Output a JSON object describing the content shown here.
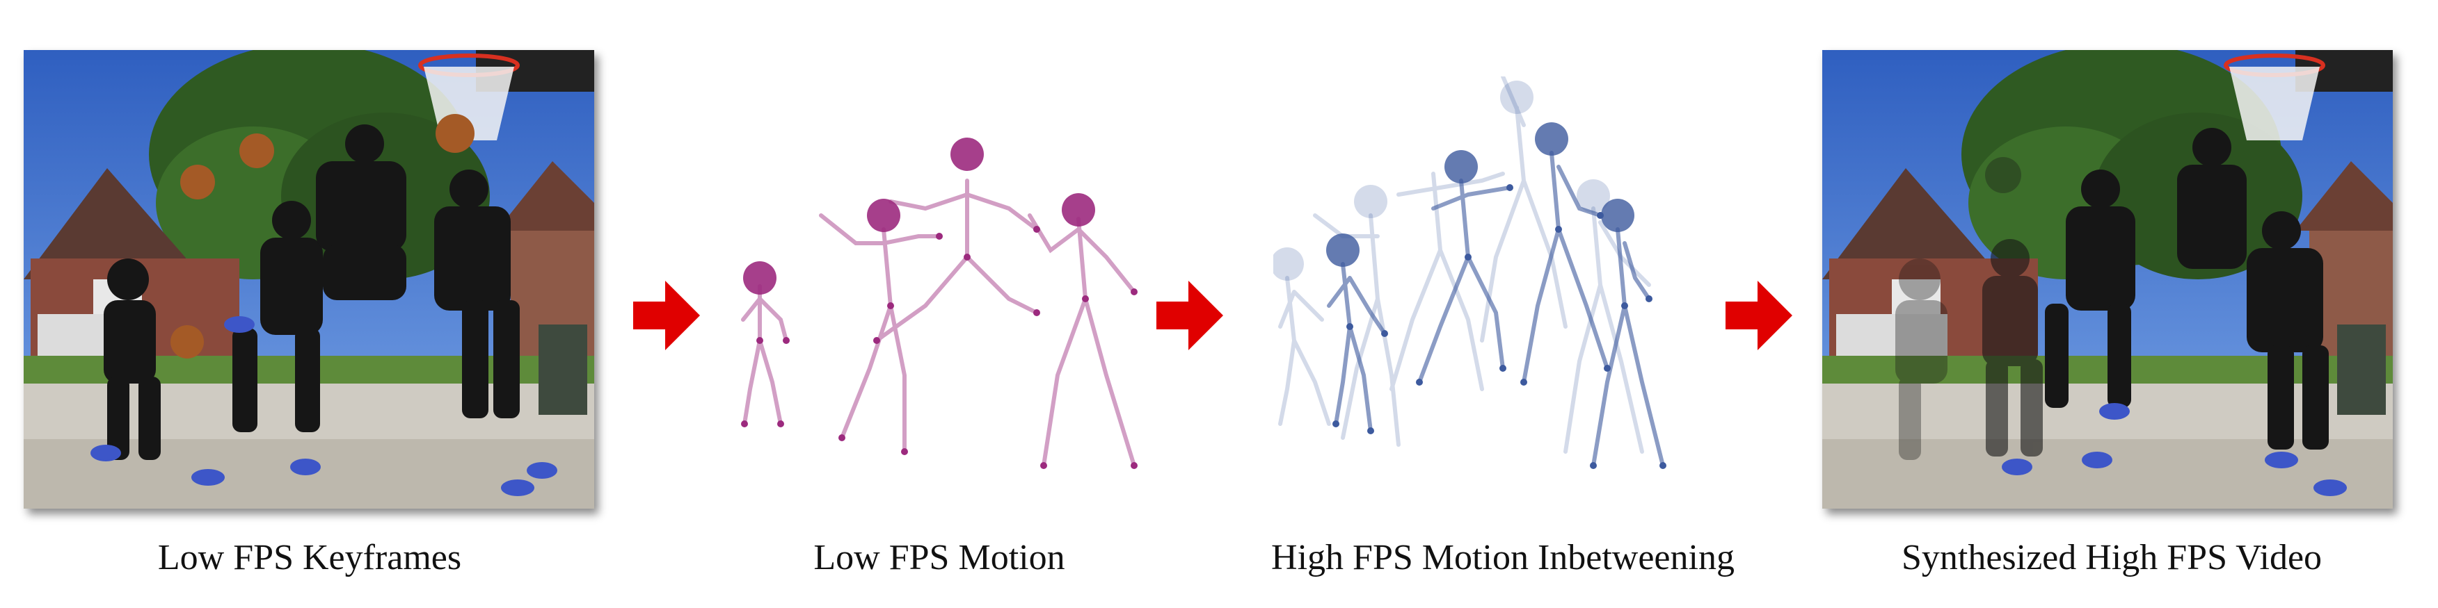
{
  "captions": {
    "keyframes": "Low FPS Keyframes",
    "low_motion": "Low FPS Motion",
    "inbetween": "High FPS Motion Inbetweening",
    "video": "Synthesized High FPS Video"
  },
  "colors": {
    "low_motion_pose": "#9c2a7e",
    "high_motion_pose": "#3d5a9e",
    "arrow": "#e00000"
  }
}
